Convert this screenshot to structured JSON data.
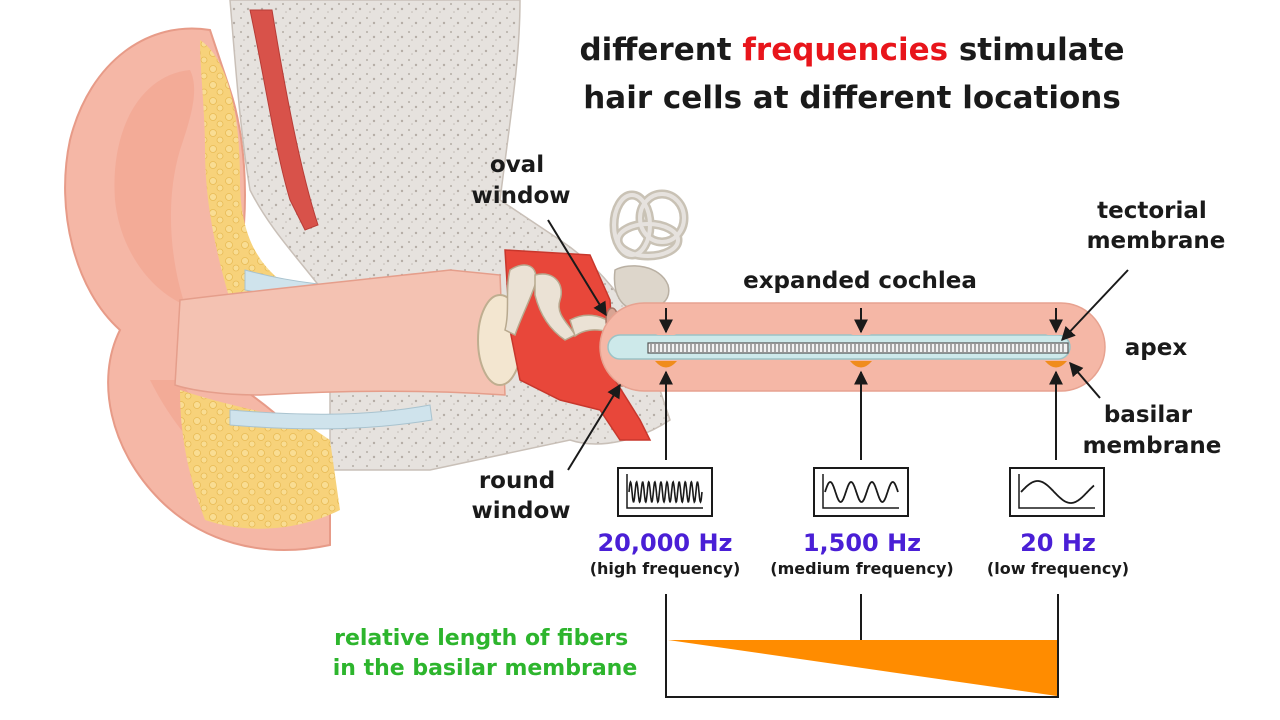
{
  "title": {
    "line1_before": "different ",
    "line1_highlight": "frequencies",
    "line1_after": " stimulate",
    "line2": "hair cells at different locations"
  },
  "labels": {
    "oval_window": [
      "oval",
      "window"
    ],
    "round_window": [
      "round",
      "window"
    ],
    "expanded_cochlea": "expanded cochlea",
    "tectorial_membrane": [
      "tectorial",
      "membrane"
    ],
    "basilar_membrane": [
      "basilar",
      "membrane"
    ],
    "apex": "apex",
    "fiber_length": [
      "relative length of fibers",
      "in the basilar membrane"
    ]
  },
  "frequencies": [
    {
      "value": "20,000 Hz",
      "desc": "(high frequency)"
    },
    {
      "value": "1,500 Hz",
      "desc": "(medium frequency)"
    },
    {
      "value": "20 Hz",
      "desc": "(low frequency)"
    }
  ],
  "colors": {
    "highlight": "#e8151b",
    "frequency": "#4a1fd6",
    "fiber_label": "#2db52d",
    "fiber_fill": "#ff8c00",
    "skin": "#f5b7a6",
    "cochlea_fluid": "#cde9ea",
    "bone": "#e4e0dc",
    "fat": "#f7d27a",
    "middle_ear": "#e8473a"
  }
}
